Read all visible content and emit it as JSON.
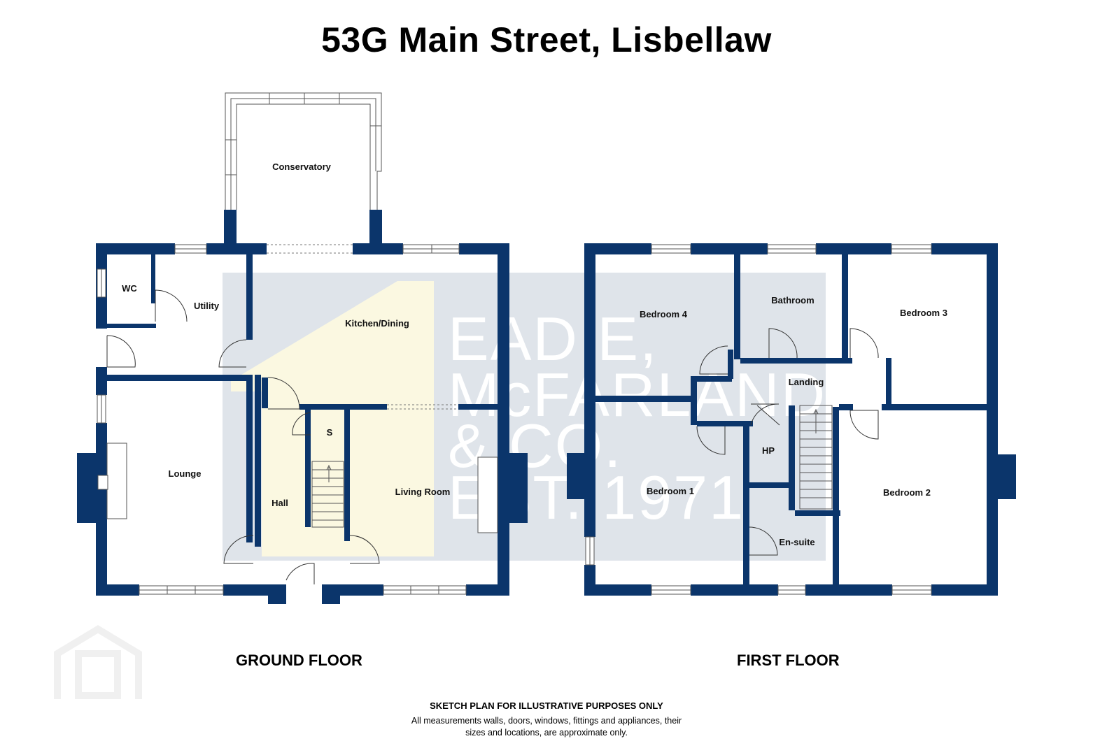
{
  "title": "53G Main Street, Lisbellaw",
  "colors": {
    "wall": "#0b356b",
    "watermark_bg": "#dfe4ea",
    "hall_fill": "#fbf8e1",
    "line": "#555555"
  },
  "watermark": {
    "lines": [
      "EADIE,",
      "McFARLAND",
      "& CO.",
      "EST. 1971"
    ]
  },
  "ground_floor": {
    "label": "GROUND FLOOR",
    "rooms": {
      "conservatory": "Conservatory",
      "wc": "WC",
      "utility": "Utility",
      "kitchen_dining": "Kitchen/Dining",
      "lounge": "Lounge",
      "hall": "Hall",
      "store": "S",
      "living_room": "Living Room"
    }
  },
  "first_floor": {
    "label": "FIRST FLOOR",
    "rooms": {
      "bedroom4": "Bedroom 4",
      "bathroom": "Bathroom",
      "bedroom3": "Bedroom 3",
      "landing": "Landing",
      "hp": "HP",
      "bedroom1": "Bedroom 1",
      "ensuite": "En-suite",
      "bedroom2": "Bedroom 2"
    }
  },
  "disclaimer": {
    "heading": "SKETCH PLAN FOR ILLUSTRATIVE PURPOSES ONLY",
    "line1": "All measurements walls, doors, windows, fittings and appliances, their",
    "line2": "sizes and locations, are approximate only."
  }
}
